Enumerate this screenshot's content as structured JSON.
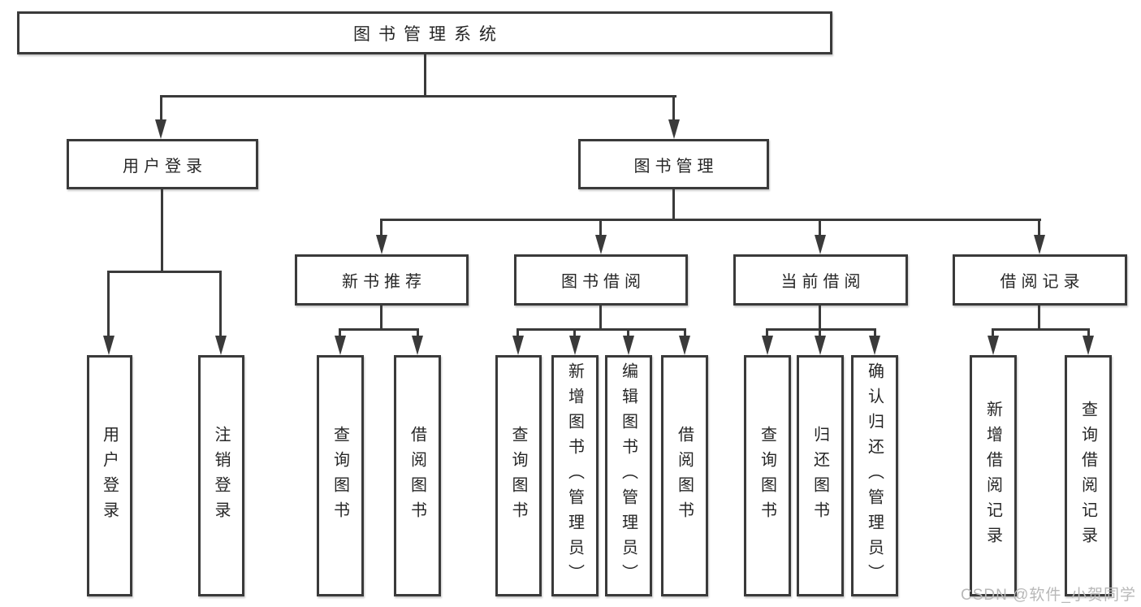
{
  "diagram": {
    "title": "图书管理系统",
    "nodes": {
      "root": {
        "label": "图书管理系统"
      },
      "user_login": {
        "label": "用户登录"
      },
      "book_management": {
        "label": "图书管理"
      },
      "new_book_recommend": {
        "label": "新书推荐"
      },
      "book_borrow": {
        "label": "图书借阅"
      },
      "current_borrow": {
        "label": "当前借阅"
      },
      "borrow_records": {
        "label": "借阅记录"
      },
      "leaf_user_login": {
        "label": "用户登录"
      },
      "leaf_logout": {
        "label": "注销登录"
      },
      "leaf_rec_query": {
        "label": "查询图书"
      },
      "leaf_rec_borrow": {
        "label": "借阅图书"
      },
      "leaf_bb_query": {
        "label": "查询图书"
      },
      "leaf_bb_add": {
        "label": "新增图书（管理员）"
      },
      "leaf_bb_edit": {
        "label": "编辑图书（管理员）"
      },
      "leaf_bb_borrow": {
        "label": "借阅图书"
      },
      "leaf_cb_query": {
        "label": "查询图书"
      },
      "leaf_cb_return": {
        "label": "归还图书"
      },
      "leaf_cb_confirm": {
        "label": "确认归还（管理员）"
      },
      "leaf_br_add": {
        "label": "新增借阅记录"
      },
      "leaf_br_query": {
        "label": "查询借阅记录"
      }
    },
    "hierarchy": {
      "图书管理系统": {
        "用户登录": [
          "用户登录",
          "注销登录"
        ],
        "图书管理": {
          "新书推荐": [
            "查询图书",
            "借阅图书"
          ],
          "图书借阅": [
            "查询图书",
            "新增图书（管理员）",
            "编辑图书（管理员）",
            "借阅图书"
          ],
          "当前借阅": [
            "查询图书",
            "归还图书",
            "确认归还（管理员）"
          ],
          "借阅记录": [
            "新增借阅记录",
            "查询借阅记录"
          ]
        }
      }
    }
  },
  "watermark": {
    "text": "CSDN @软件_小贺同学"
  },
  "colors": {
    "line": "#3a3a3a",
    "text": "#262626",
    "watermark": "#b8b8b8",
    "background": "#ffffff"
  }
}
